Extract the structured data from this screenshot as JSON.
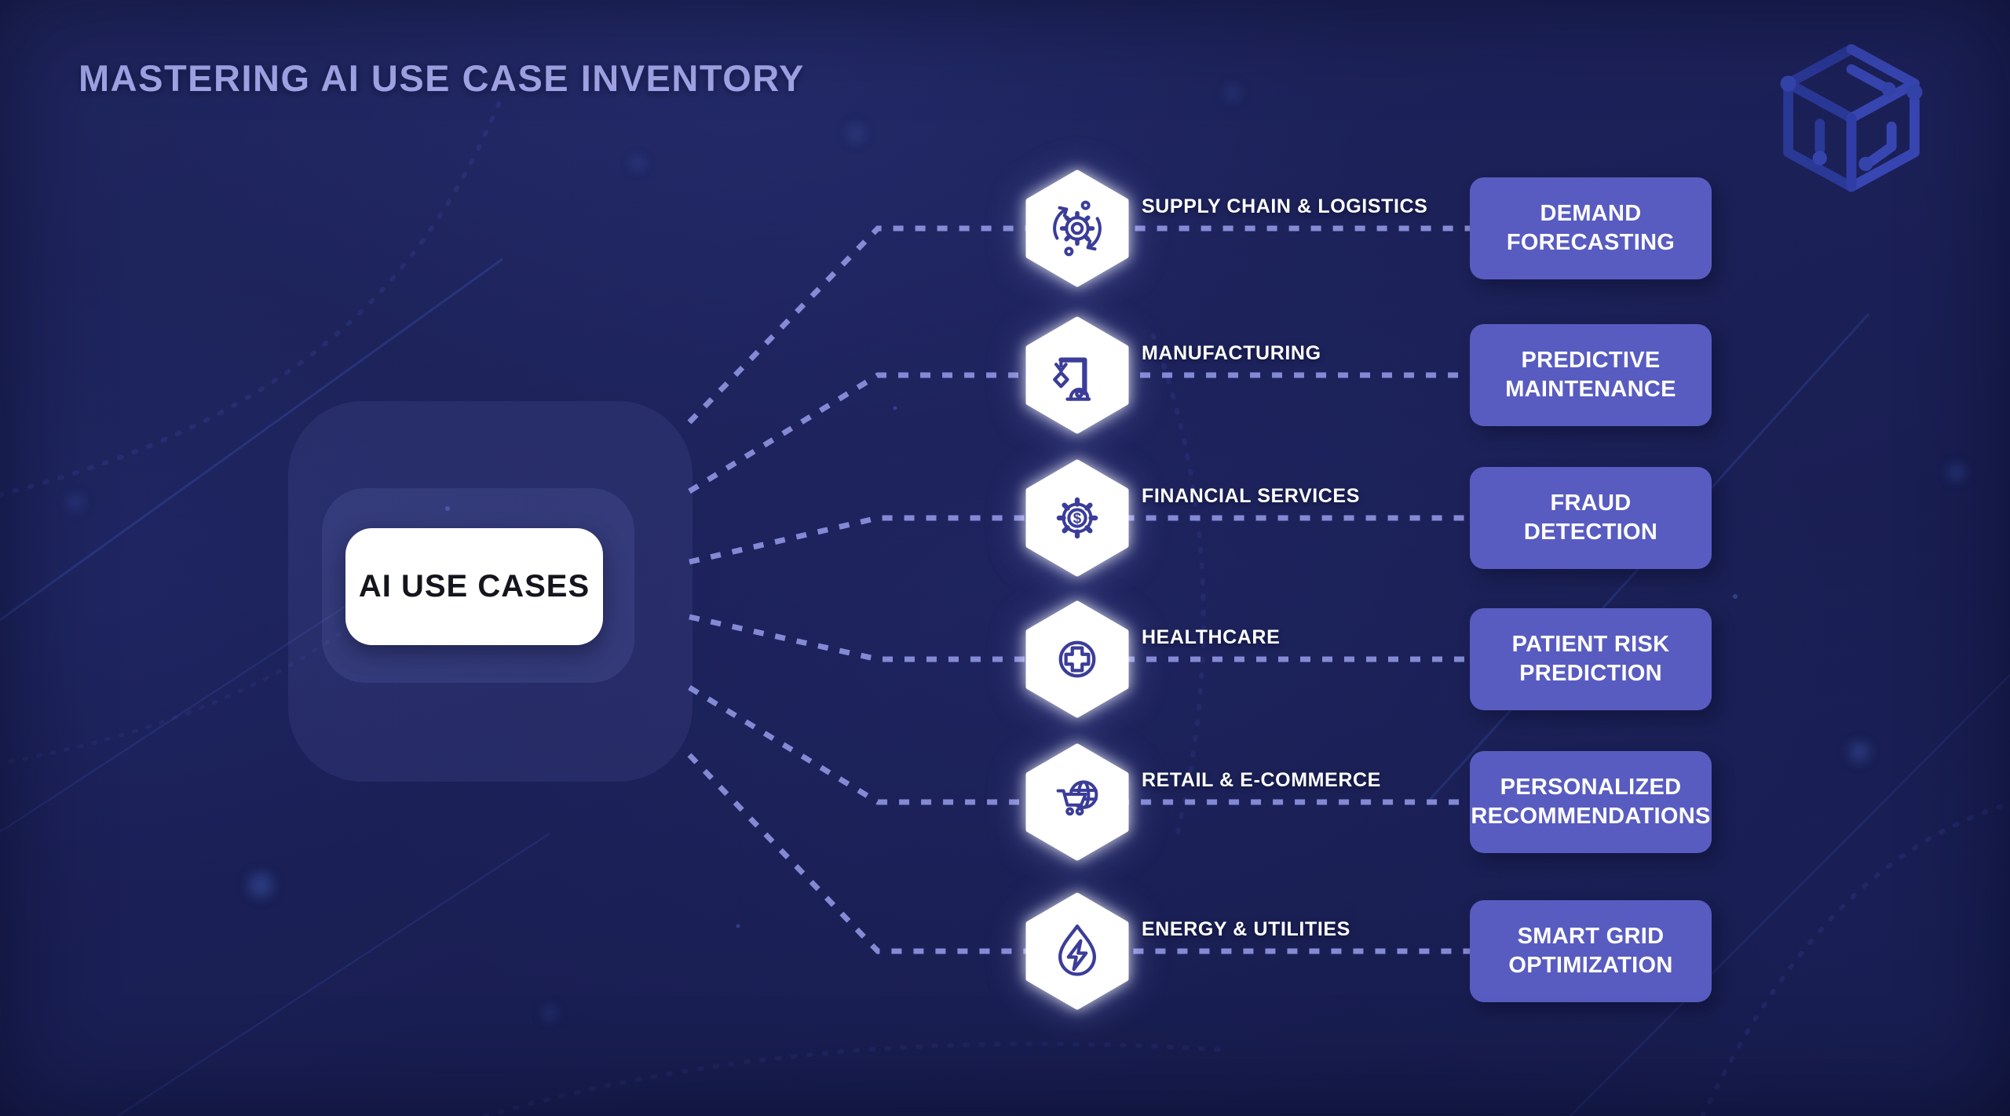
{
  "title": "MASTERING AI USE CASE INVENTORY",
  "brand": {
    "logo_icon": "circuit-cube-icon"
  },
  "center": {
    "label": "AI USE CASES"
  },
  "rows": [
    {
      "icon": "gear-sync-icon",
      "category": "SUPPLY CHAIN & LOGISTICS",
      "use_case_line1": "DEMAND",
      "use_case_line2": "FORECASTING"
    },
    {
      "icon": "robot-arm-icon",
      "category": "MANUFACTURING",
      "use_case_line1": "PREDICTIVE",
      "use_case_line2": "MAINTENANCE"
    },
    {
      "icon": "gear-dollar-icon",
      "category": "FINANCIAL SERVICES",
      "use_case_line1": "FRAUD",
      "use_case_line2": "DETECTION"
    },
    {
      "icon": "medical-cross-icon",
      "category": "HEALTHCARE",
      "use_case_line1": "PATIENT RISK",
      "use_case_line2": "PREDICTION"
    },
    {
      "icon": "globe-cart-icon",
      "category": "RETAIL & E-COMMERCE",
      "use_case_line1": "PERSONALIZED",
      "use_case_line2": "RECOMMENDATIONS"
    },
    {
      "icon": "drop-bolt-icon",
      "category": "ENERGY & UTILITIES",
      "use_case_line1": "SMART GRID",
      "use_case_line2": "OPTIMIZATION"
    }
  ],
  "colors": {
    "background": "#1b1f55",
    "title_text": "#a1a5e8",
    "use_case_box": "#585cc0",
    "connector_dash": "#8b90dc",
    "hexagon_fill": "#ffffff",
    "icon_stroke": "#3b3d99",
    "center_pill": "#ffffff",
    "center_text": "#14151d",
    "logo_blue": "#3140a8"
  }
}
